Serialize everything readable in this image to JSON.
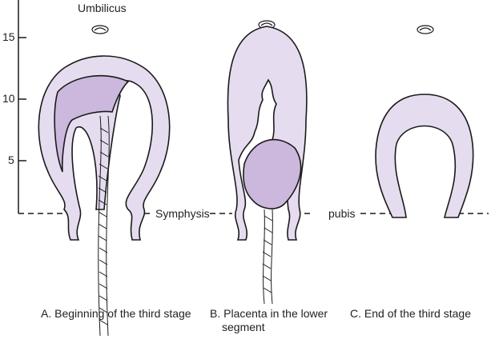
{
  "labels": {
    "umbilicus": "Umbilicus",
    "symphysis": "Symphysis",
    "pubis": "pubis"
  },
  "axis": {
    "ticks": [
      "15",
      "10",
      "5"
    ]
  },
  "captions": {
    "a": "A. Beginning of the third stage",
    "b_line1": "B. Placenta in the lower",
    "b_line2": "segment",
    "c": "C. End of the third stage"
  },
  "colors": {
    "uterus": "#e6dcef",
    "placenta": "#cbb8dc",
    "outline": "#1a1a1a"
  }
}
